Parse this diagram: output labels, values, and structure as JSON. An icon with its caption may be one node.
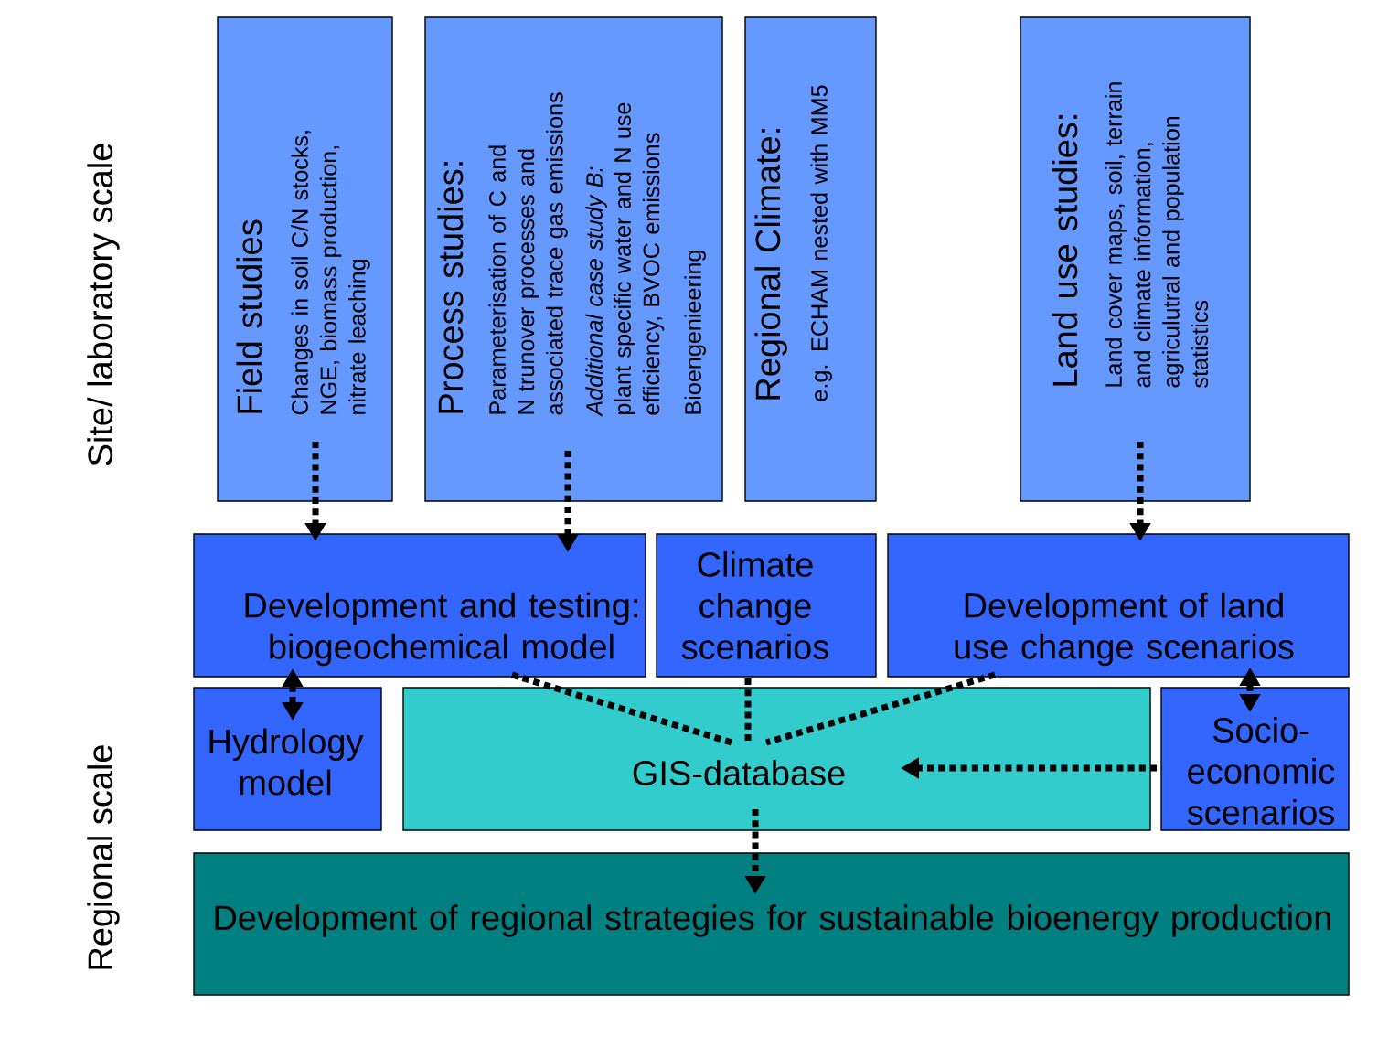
{
  "diagram": {
    "nodes": [
      {
        "text": [
          "Field studies",
          "Changes in soil C/N stocks, NGE, biomass production, nitrate leaching"
        ]
      },
      {
        "text": [
          "Process studies:",
          "Parameterisation of C and N trunover processes and associated trace gas emissions",
          "Additional case study B:",
          "plant specific water and N use efficiency, BVOC emissions",
          "Bioengenieering"
        ]
      },
      {
        "text": [
          "Regional Climate:",
          "e.g. ECHAM nested with MM5"
        ]
      },
      {
        "text": [
          "Land use studies:",
          "Land cover maps, soil, terrain and climate information, agriculutral and population statistics"
        ]
      },
      {
        "text": [
          "Development and testing: biogeochemical model"
        ]
      },
      {
        "text": [
          "Climate change scenarios"
        ]
      },
      {
        "text": [
          "Development of land use change scenarios"
        ]
      },
      {
        "text": [
          "Hydrology model"
        ]
      },
      {
        "text": [
          "GIS-database"
        ]
      },
      {
        "text": [
          "Socio- economic scenarios"
        ]
      },
      {
        "text": [
          "Development of regional strategies for sustainable bioenergy production"
        ]
      }
    ],
    "edges": [
      {
        "from": 0,
        "to": 4,
        "arrow": "to"
      },
      {
        "from": 1,
        "to": 4,
        "arrow": "to"
      },
      {
        "from": 3,
        "to": 6,
        "arrow": "to"
      },
      {
        "from": 4,
        "to": 7,
        "arrow": "both"
      },
      {
        "from": 6,
        "to": 9,
        "arrow": "both"
      },
      {
        "from": 4,
        "to": 8,
        "arrow": "none"
      },
      {
        "from": 5,
        "to": 8,
        "arrow": "none"
      },
      {
        "from": 6,
        "to": 8,
        "arrow": "none"
      },
      {
        "from": 9,
        "to": 8,
        "arrow": "to"
      },
      {
        "from": 8,
        "to": 10,
        "arrow": "to"
      }
    ],
    "labels": [
      "Site/ laboratory scale",
      "Regional scale"
    ]
  }
}
